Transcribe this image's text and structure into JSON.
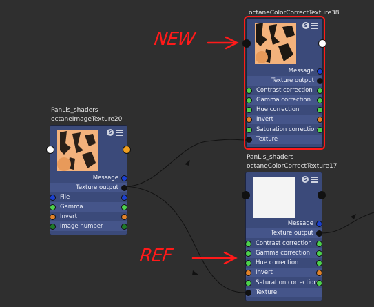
{
  "annotations": {
    "new": "NEW",
    "ref": "REF"
  },
  "node_a": {
    "owner": "PanLis_shaders",
    "name": "octaneImageTexture20",
    "outputs": [
      "Message",
      "Texture output"
    ],
    "inputs": [
      "File",
      "Gamma",
      "Invert",
      "Image number"
    ]
  },
  "node_b": {
    "name": "octaneColorCorrectTexture38",
    "outputs": [
      "Message",
      "Texture output"
    ],
    "inputs": [
      "Contrast correction",
      "Gamma correction",
      "Hue correction",
      "Invert",
      "Saturation correction",
      "Texture"
    ]
  },
  "node_c": {
    "owner": "PanLis_shaders",
    "name": "octaneColorCorrectTexture17",
    "outputs": [
      "Message",
      "Texture output"
    ],
    "inputs": [
      "Contrast correction",
      "Gamma correction",
      "Hue correction",
      "Invert",
      "Saturation correction",
      "Texture"
    ]
  },
  "colors": {
    "selection_outline": "#ff1a1a",
    "annotation": "#ff1a1a",
    "node_body": "#3b4a7a",
    "pin_blue": "#1a3fd0",
    "pin_black": "#111111",
    "pin_green": "#4dd04d",
    "pin_orange": "#e0822a",
    "pin_darkgreen": "#1e7a2a",
    "pin_white": "#ffffff",
    "pin_yellow": "#f0a020"
  }
}
